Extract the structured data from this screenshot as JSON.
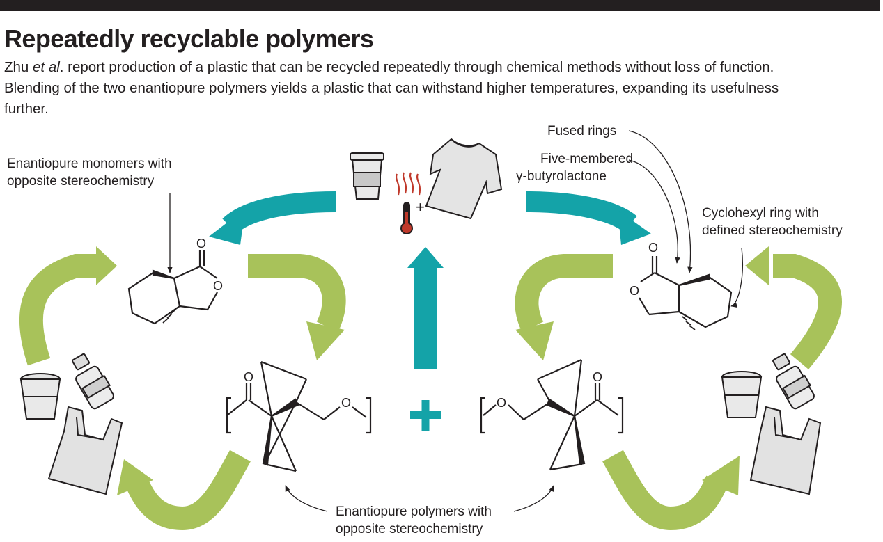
{
  "header": {
    "title": "Repeatedly recyclable polymers",
    "desc_author": "Zhu",
    "desc_etal": "et al",
    "desc_rest": ". report production of a plastic that can be recycled repeatedly through chemical methods without loss of function. Blending of the two enantiopure polymers yields a plastic that can withstand higher temperatures, expanding its usefulness further."
  },
  "labels": {
    "monomers_line1": "Enantiopure monomers with",
    "monomers_line2": "opposite stereochemistry",
    "fused_rings": "Fused rings",
    "five_line1": "Five-membered",
    "five_line2": "γ-butyrolactone",
    "cyclo_line1": "Cyclohexyl ring with",
    "cyclo_line2": "defined stereochemistry",
    "polymers_line1": "Enantiopure polymers with",
    "polymers_line2": "opposite stereochemistry"
  },
  "atoms": {
    "oxygen": "O",
    "plus": "+"
  },
  "colors": {
    "teal": "#14a3a8",
    "olive": "#a8c25a",
    "ink": "#231f20",
    "thermo_red": "#c0392b"
  }
}
